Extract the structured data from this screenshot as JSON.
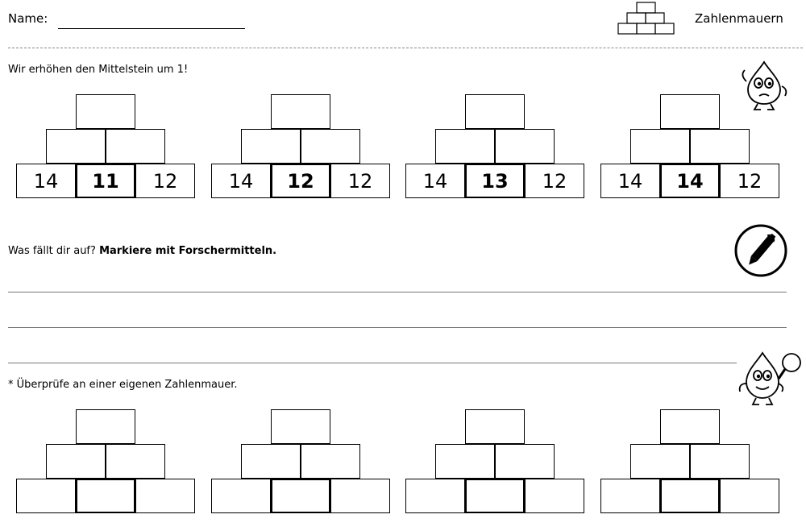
{
  "header": {
    "name_label": "Name:",
    "title": "Zahlenmauern"
  },
  "section1": {
    "instruction": "Wir erhöhen den Mittelstein um 1!",
    "walls": [
      {
        "bottom": [
          "14",
          "11",
          "12"
        ]
      },
      {
        "bottom": [
          "14",
          "12",
          "12"
        ]
      },
      {
        "bottom": [
          "14",
          "13",
          "12"
        ]
      },
      {
        "bottom": [
          "14",
          "14",
          "12"
        ]
      }
    ]
  },
  "section2": {
    "question": "Was fällt dir auf?",
    "question_bold": "Markiere mit Forschermitteln."
  },
  "section3": {
    "instruction": "* Überprüfe an einer eigenen Zahlenmauer.",
    "walls": [
      {
        "bottom": [
          "",
          "",
          ""
        ]
      },
      {
        "bottom": [
          "",
          "",
          ""
        ]
      },
      {
        "bottom": [
          "",
          "",
          ""
        ]
      },
      {
        "bottom": [
          "",
          "",
          ""
        ]
      }
    ]
  },
  "icons": [
    "brick-pyramid-icon",
    "thinking-drop-mascot-icon",
    "marker-pen-icon",
    "magnifier-drop-mascot-icon"
  ]
}
